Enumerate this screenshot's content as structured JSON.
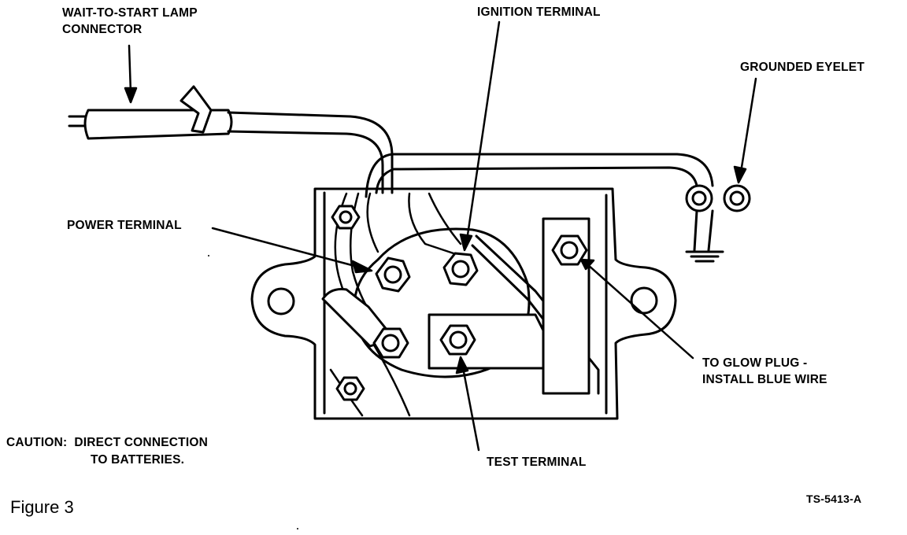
{
  "labels": {
    "wait_lamp_line1": "WAIT-TO-START LAMP",
    "wait_lamp_line2": "CONNECTOR",
    "ignition": "IGNITION TERMINAL",
    "grounded": "GROUNDED EYELET",
    "power": "POWER TERMINAL",
    "glow_line1": "TO GLOW PLUG -",
    "glow_line2": "INSTALL BLUE WIRE",
    "caution_line1": "CAUTION:  DIRECT CONNECTION",
    "caution_line2": "TO BATTERIES.",
    "test": "TEST TERMINAL",
    "figure": "Figure 3",
    "code": "TS-5413-A"
  }
}
